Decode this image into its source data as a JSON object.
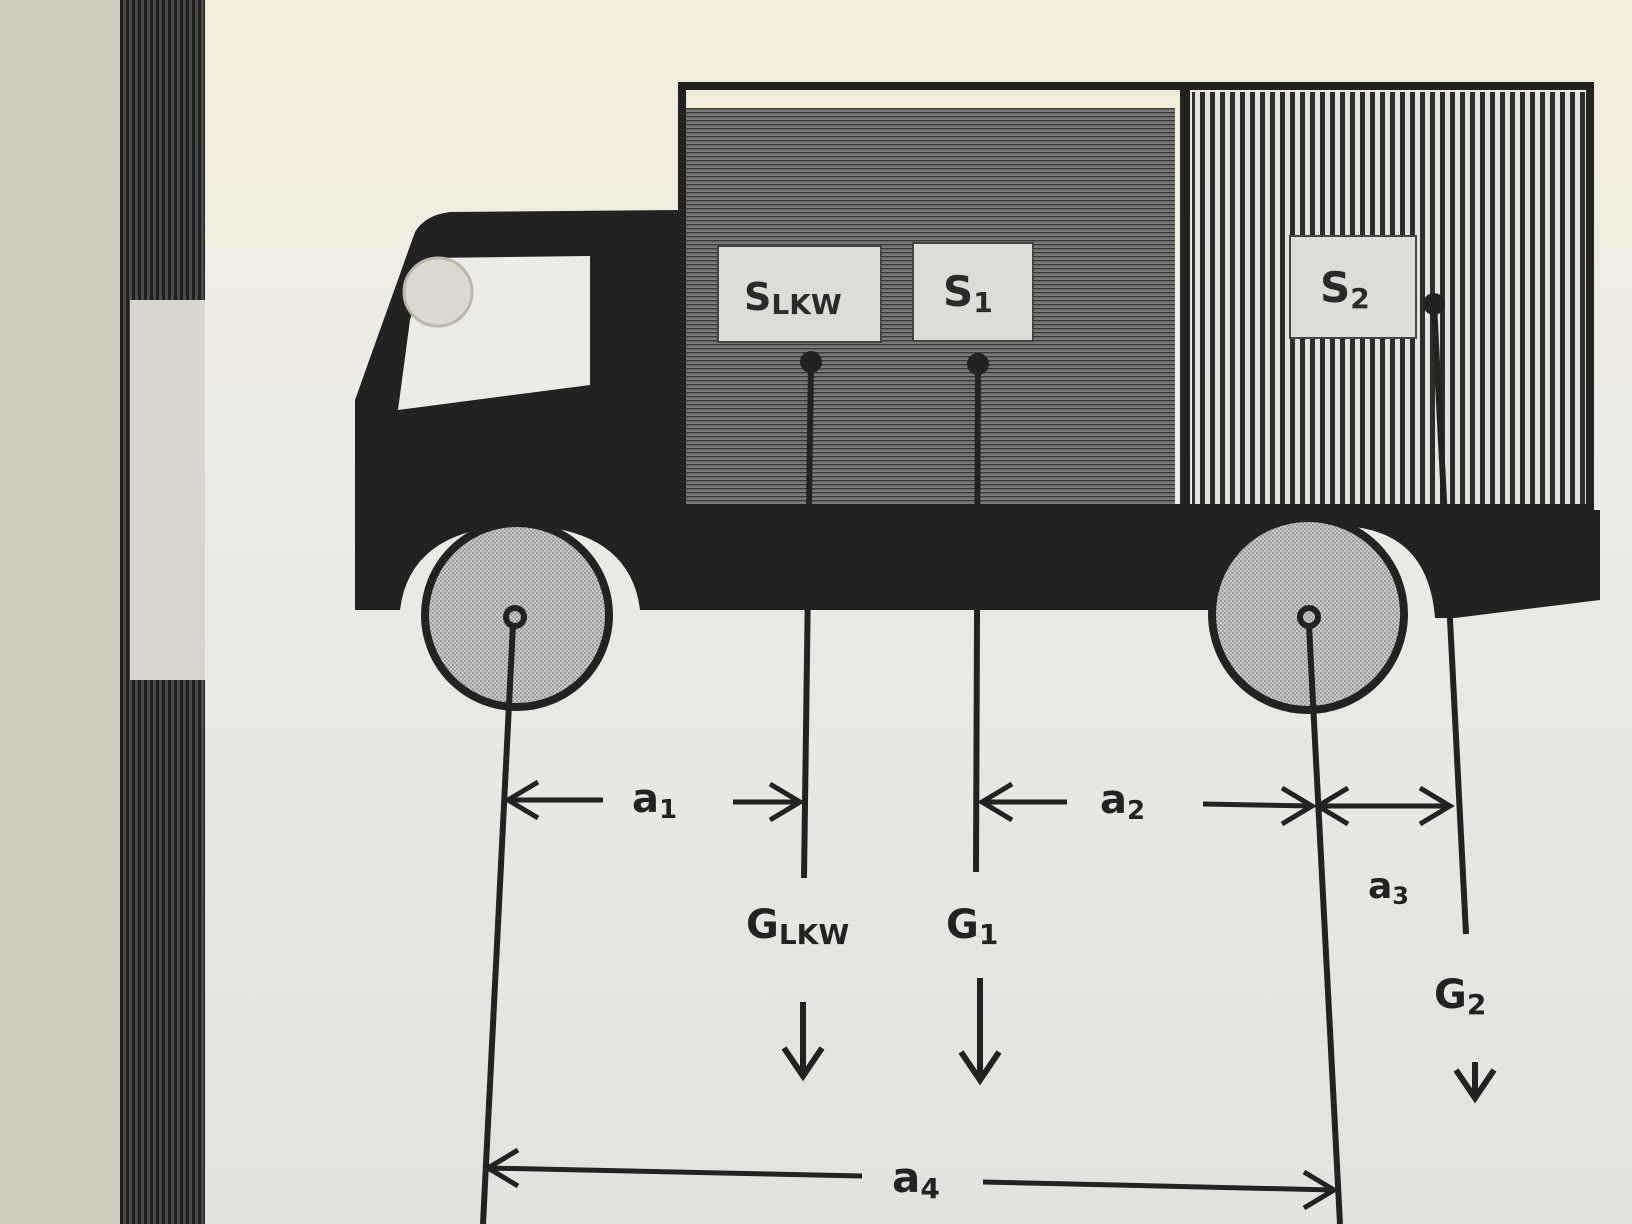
{
  "labels": {
    "box_s_lkw": {
      "main": "S",
      "sub": "LKW"
    },
    "box_s1": {
      "main": "S",
      "sub": "1"
    },
    "box_s2": {
      "main": "S",
      "sub": "2"
    },
    "g_lkw": {
      "main": "G",
      "sub": "LKW"
    },
    "g1": {
      "main": "G",
      "sub": "1"
    },
    "g2": {
      "main": "G",
      "sub": "2"
    },
    "a1": {
      "main": "a",
      "sub": "1"
    },
    "a2": {
      "main": "a",
      "sub": "2"
    },
    "a3": {
      "main": "a",
      "sub": "3"
    },
    "a4": {
      "main": "a",
      "sub": "4"
    }
  },
  "colors": {
    "paper": "#ecebe6",
    "ink": "#222222",
    "cargo_front": "#6e6e6e",
    "cargo_rear": "#9a9a9a",
    "wheel": "#b5b5b5",
    "box": "#dddcd7"
  }
}
